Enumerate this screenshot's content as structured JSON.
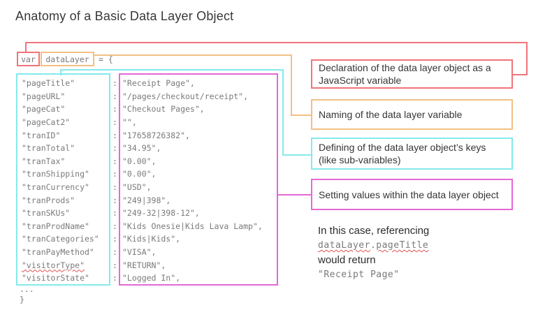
{
  "page": {
    "title": "Anatomy of a Basic Data Layer Object"
  },
  "colors": {
    "red": "#ef7479",
    "orange": "#f3bf82",
    "cyan": "#85e9ec",
    "magenta": "#e468d6",
    "squiggle": "#e05050"
  },
  "declaration": {
    "keyword": "var",
    "variable": "dataLayer",
    "assignment": "= {"
  },
  "code": {
    "colon": ":",
    "rows": [
      {
        "key": "\"pageTitle\"",
        "value": "\"Receipt Page\","
      },
      {
        "key": "\"pageURL\"",
        "value": "\"/pages/checkout/receipt\","
      },
      {
        "key": "\"pageCat\"",
        "value": "\"Checkout Pages\","
      },
      {
        "key": "\"pageCat2\"",
        "value": "\"\","
      },
      {
        "key": "\"tranID\"",
        "value": "\"17658726382\","
      },
      {
        "key": "\"tranTotal\"",
        "value": "\"34.95\","
      },
      {
        "key": "\"tranTax\"",
        "value": "\"0.00\","
      },
      {
        "key": "\"tranShipping\"",
        "value": "\"0.00\","
      },
      {
        "key": "\"tranCurrency\"",
        "value": "\"USD\","
      },
      {
        "key": "\"tranProds\"",
        "value": "\"249|398\","
      },
      {
        "key": "\"tranSKUs\"",
        "value": "\"249-32|398-12\","
      },
      {
        "key": "\"tranProdName\"",
        "value": "\"Kids Onesie|Kids Lava Lamp\","
      },
      {
        "key": "\"tranCategories\"",
        "value": "\"Kids|Kids\","
      },
      {
        "key": "\"tranPayMethod\"",
        "value": "\"VISA\","
      },
      {
        "key": "\"visitorType\"",
        "value": "\"RETURN\",",
        "squiggle": true
      },
      {
        "key": "\"visitorState\"",
        "value": "\"Logged In\","
      }
    ],
    "ellipsis": "...",
    "closing_brace": "}"
  },
  "annotations": [
    {
      "id": "declaration",
      "text": "Declaration of the data layer object as a JavaScript variable"
    },
    {
      "id": "naming",
      "text": "Naming of the data layer variable"
    },
    {
      "id": "defining",
      "text": "Defining of the data layer object’s keys (like sub-variables)"
    },
    {
      "id": "setting",
      "text": "Setting values within the data layer object"
    }
  ],
  "reference": {
    "line1": "In this case, referencing",
    "code_object": "dataLayer",
    "code_dot": ".",
    "code_property": "pageTitle",
    "line3": "would return",
    "result": "\"Receipt Page\""
  }
}
